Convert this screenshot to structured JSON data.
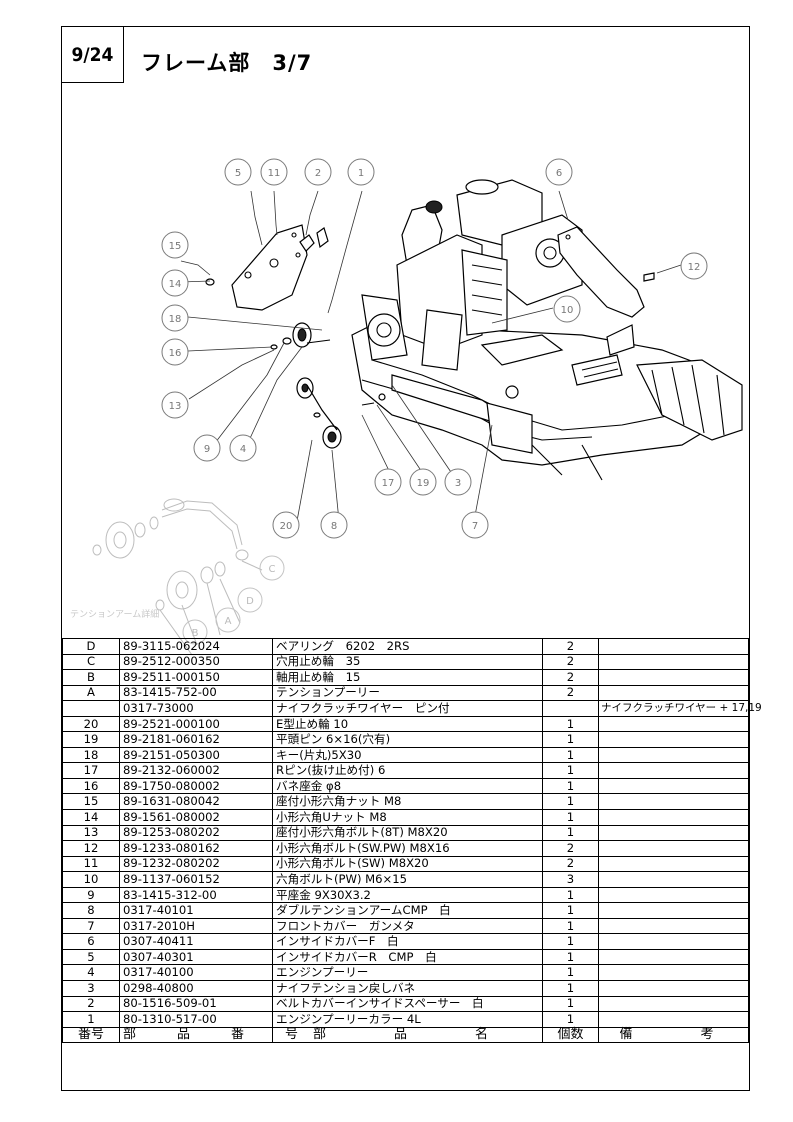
{
  "header": {
    "page_number": "9/24",
    "title": "フレーム部　3/7"
  },
  "diagram": {
    "callouts": [
      "5",
      "11",
      "2",
      "1",
      "6",
      "12",
      "15",
      "14",
      "18",
      "10",
      "16",
      "13",
      "9",
      "4",
      "17",
      "19",
      "3",
      "20",
      "8",
      "7"
    ],
    "detail_callouts": [
      "C",
      "D",
      "A",
      "B"
    ],
    "detail_label": "テンションアーム詳細"
  },
  "parts_table": {
    "rows": [
      {
        "no": "D",
        "part_no": "89-3115-062024",
        "name": "ベアリング　6202　2RS",
        "qty": "2",
        "remark": ""
      },
      {
        "no": "C",
        "part_no": "89-2512-000350",
        "name": "穴用止め輪　35",
        "qty": "2",
        "remark": ""
      },
      {
        "no": "B",
        "part_no": "89-2511-000150",
        "name": "軸用止め輪　15",
        "qty": "2",
        "remark": ""
      },
      {
        "no": "A",
        "part_no": "83-1415-752-00",
        "name": "テンションプーリー",
        "qty": "2",
        "remark": ""
      },
      {
        "no": "",
        "part_no": "0317-73000",
        "name": "ナイフクラッチワイヤー　ピン付",
        "qty": "",
        "remark": "ナイフクラッチワイヤー + 17,19"
      },
      {
        "no": "20",
        "part_no": "89-2521-000100",
        "name": "E型止め輪 10",
        "qty": "1",
        "remark": ""
      },
      {
        "no": "19",
        "part_no": "89-2181-060162",
        "name": "平頭ピン 6×16(穴有)",
        "qty": "1",
        "remark": ""
      },
      {
        "no": "18",
        "part_no": "89-2151-050300",
        "name": "キー(片丸)5X30",
        "qty": "1",
        "remark": ""
      },
      {
        "no": "17",
        "part_no": "89-2132-060002",
        "name": "Rピン(抜け止め付) 6",
        "qty": "1",
        "remark": ""
      },
      {
        "no": "16",
        "part_no": "89-1750-080002",
        "name": "バネ座金 φ8",
        "qty": "1",
        "remark": ""
      },
      {
        "no": "15",
        "part_no": "89-1631-080042",
        "name": "座付小形六角ナット M8",
        "qty": "1",
        "remark": ""
      },
      {
        "no": "14",
        "part_no": "89-1561-080002",
        "name": "小形六角Uナット M8",
        "qty": "1",
        "remark": ""
      },
      {
        "no": "13",
        "part_no": "89-1253-080202",
        "name": "座付小形六角ボルト(8T) M8X20",
        "qty": "1",
        "remark": ""
      },
      {
        "no": "12",
        "part_no": "89-1233-080162",
        "name": "小形六角ボルト(SW.PW) M8X16",
        "qty": "2",
        "remark": ""
      },
      {
        "no": "11",
        "part_no": "89-1232-080202",
        "name": "小形六角ボルト(SW) M8X20",
        "qty": "2",
        "remark": ""
      },
      {
        "no": "10",
        "part_no": "89-1137-060152",
        "name": "六角ボルト(PW) M6×15",
        "qty": "3",
        "remark": ""
      },
      {
        "no": "9",
        "part_no": "83-1415-312-00",
        "name": "平座金 9X30X3.2",
        "qty": "1",
        "remark": ""
      },
      {
        "no": "8",
        "part_no": "0317-40101",
        "name": "ダブルテンションアームCMP　白",
        "qty": "1",
        "remark": ""
      },
      {
        "no": "7",
        "part_no": "0317-2010H",
        "name": "フロントカバー　ガンメタ",
        "qty": "1",
        "remark": ""
      },
      {
        "no": "6",
        "part_no": "0307-40411",
        "name": "インサイドカバーF　白",
        "qty": "1",
        "remark": ""
      },
      {
        "no": "5",
        "part_no": "0307-40301",
        "name": "インサイドカバーR　CMP　白",
        "qty": "1",
        "remark": ""
      },
      {
        "no": "4",
        "part_no": "0317-40100",
        "name": "エンジンプーリー",
        "qty": "1",
        "remark": ""
      },
      {
        "no": "3",
        "part_no": "0298-40800",
        "name": "ナイフテンション戻しバネ",
        "qty": "1",
        "remark": ""
      },
      {
        "no": "2",
        "part_no": "80-1516-509-01",
        "name": "ベルトカバーインサイドスペーサー　白",
        "qty": "1",
        "remark": ""
      },
      {
        "no": "1",
        "part_no": "80-1310-517-00",
        "name": "エンジンプーリーカラー 4L",
        "qty": "1",
        "remark": ""
      }
    ],
    "header": {
      "no": "番号",
      "part_no": "部　品　番　号",
      "name": "部　　品　　名",
      "qty": "個数",
      "remark": "備　　考"
    }
  }
}
